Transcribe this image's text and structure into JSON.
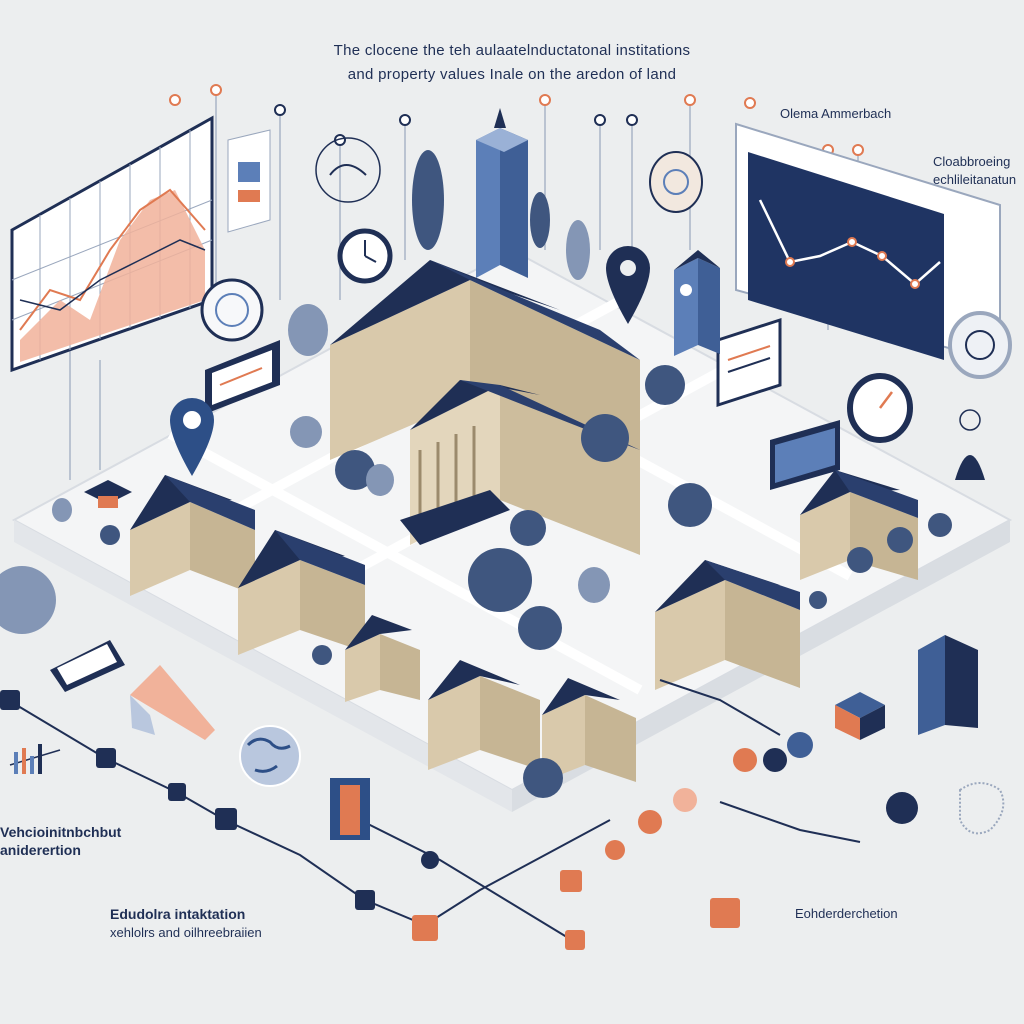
{
  "header": {
    "title_line_1": "The clocene the teh aulaatelnductatonal institations",
    "title_line_2": "and property values Inale on the aredon of land"
  },
  "labels": {
    "top_right": "Olema Ammerbach",
    "right_upper_1": "Cloabbroeing",
    "right_upper_2": "echlileitanatun",
    "left_middle_1": "Vehcioinitnbchbut",
    "left_middle_2": "aniderertion",
    "bottom_left_1": "Edudolra intaktation",
    "bottom_left_2": "xehlolrs and oilhreebraiien",
    "bottom_right": "Eohderderchetion"
  },
  "colors": {
    "background": "#eceeef",
    "navy": "#1f2f55",
    "beige": "#d9c9ab",
    "orange": "#e07a52",
    "tree": "#3f567f",
    "ground": "#f4f5f6"
  },
  "icons": [
    "map-pin-icon",
    "clock-icon",
    "graduation-cap-icon",
    "globe-icon",
    "book-icon",
    "line-chart-icon",
    "area-chart-icon",
    "gauge-icon"
  ]
}
